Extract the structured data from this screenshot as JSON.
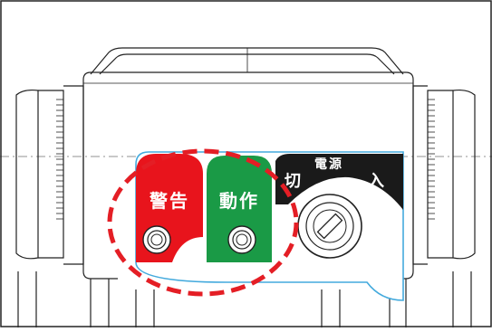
{
  "panel": {
    "warning_label": "警告",
    "operation_label": "動作",
    "power_label": "電源",
    "off_label": "切",
    "on_label": "入"
  },
  "colors": {
    "warning": "#e8141c",
    "operation": "#1a9a46",
    "power_band": "#1a1a1a",
    "panel_outline": "#44aadd",
    "highlight": "#e41e25",
    "line": "#222222"
  },
  "icons": [
    "indicator-lamp-icon",
    "key-switch-icon"
  ]
}
